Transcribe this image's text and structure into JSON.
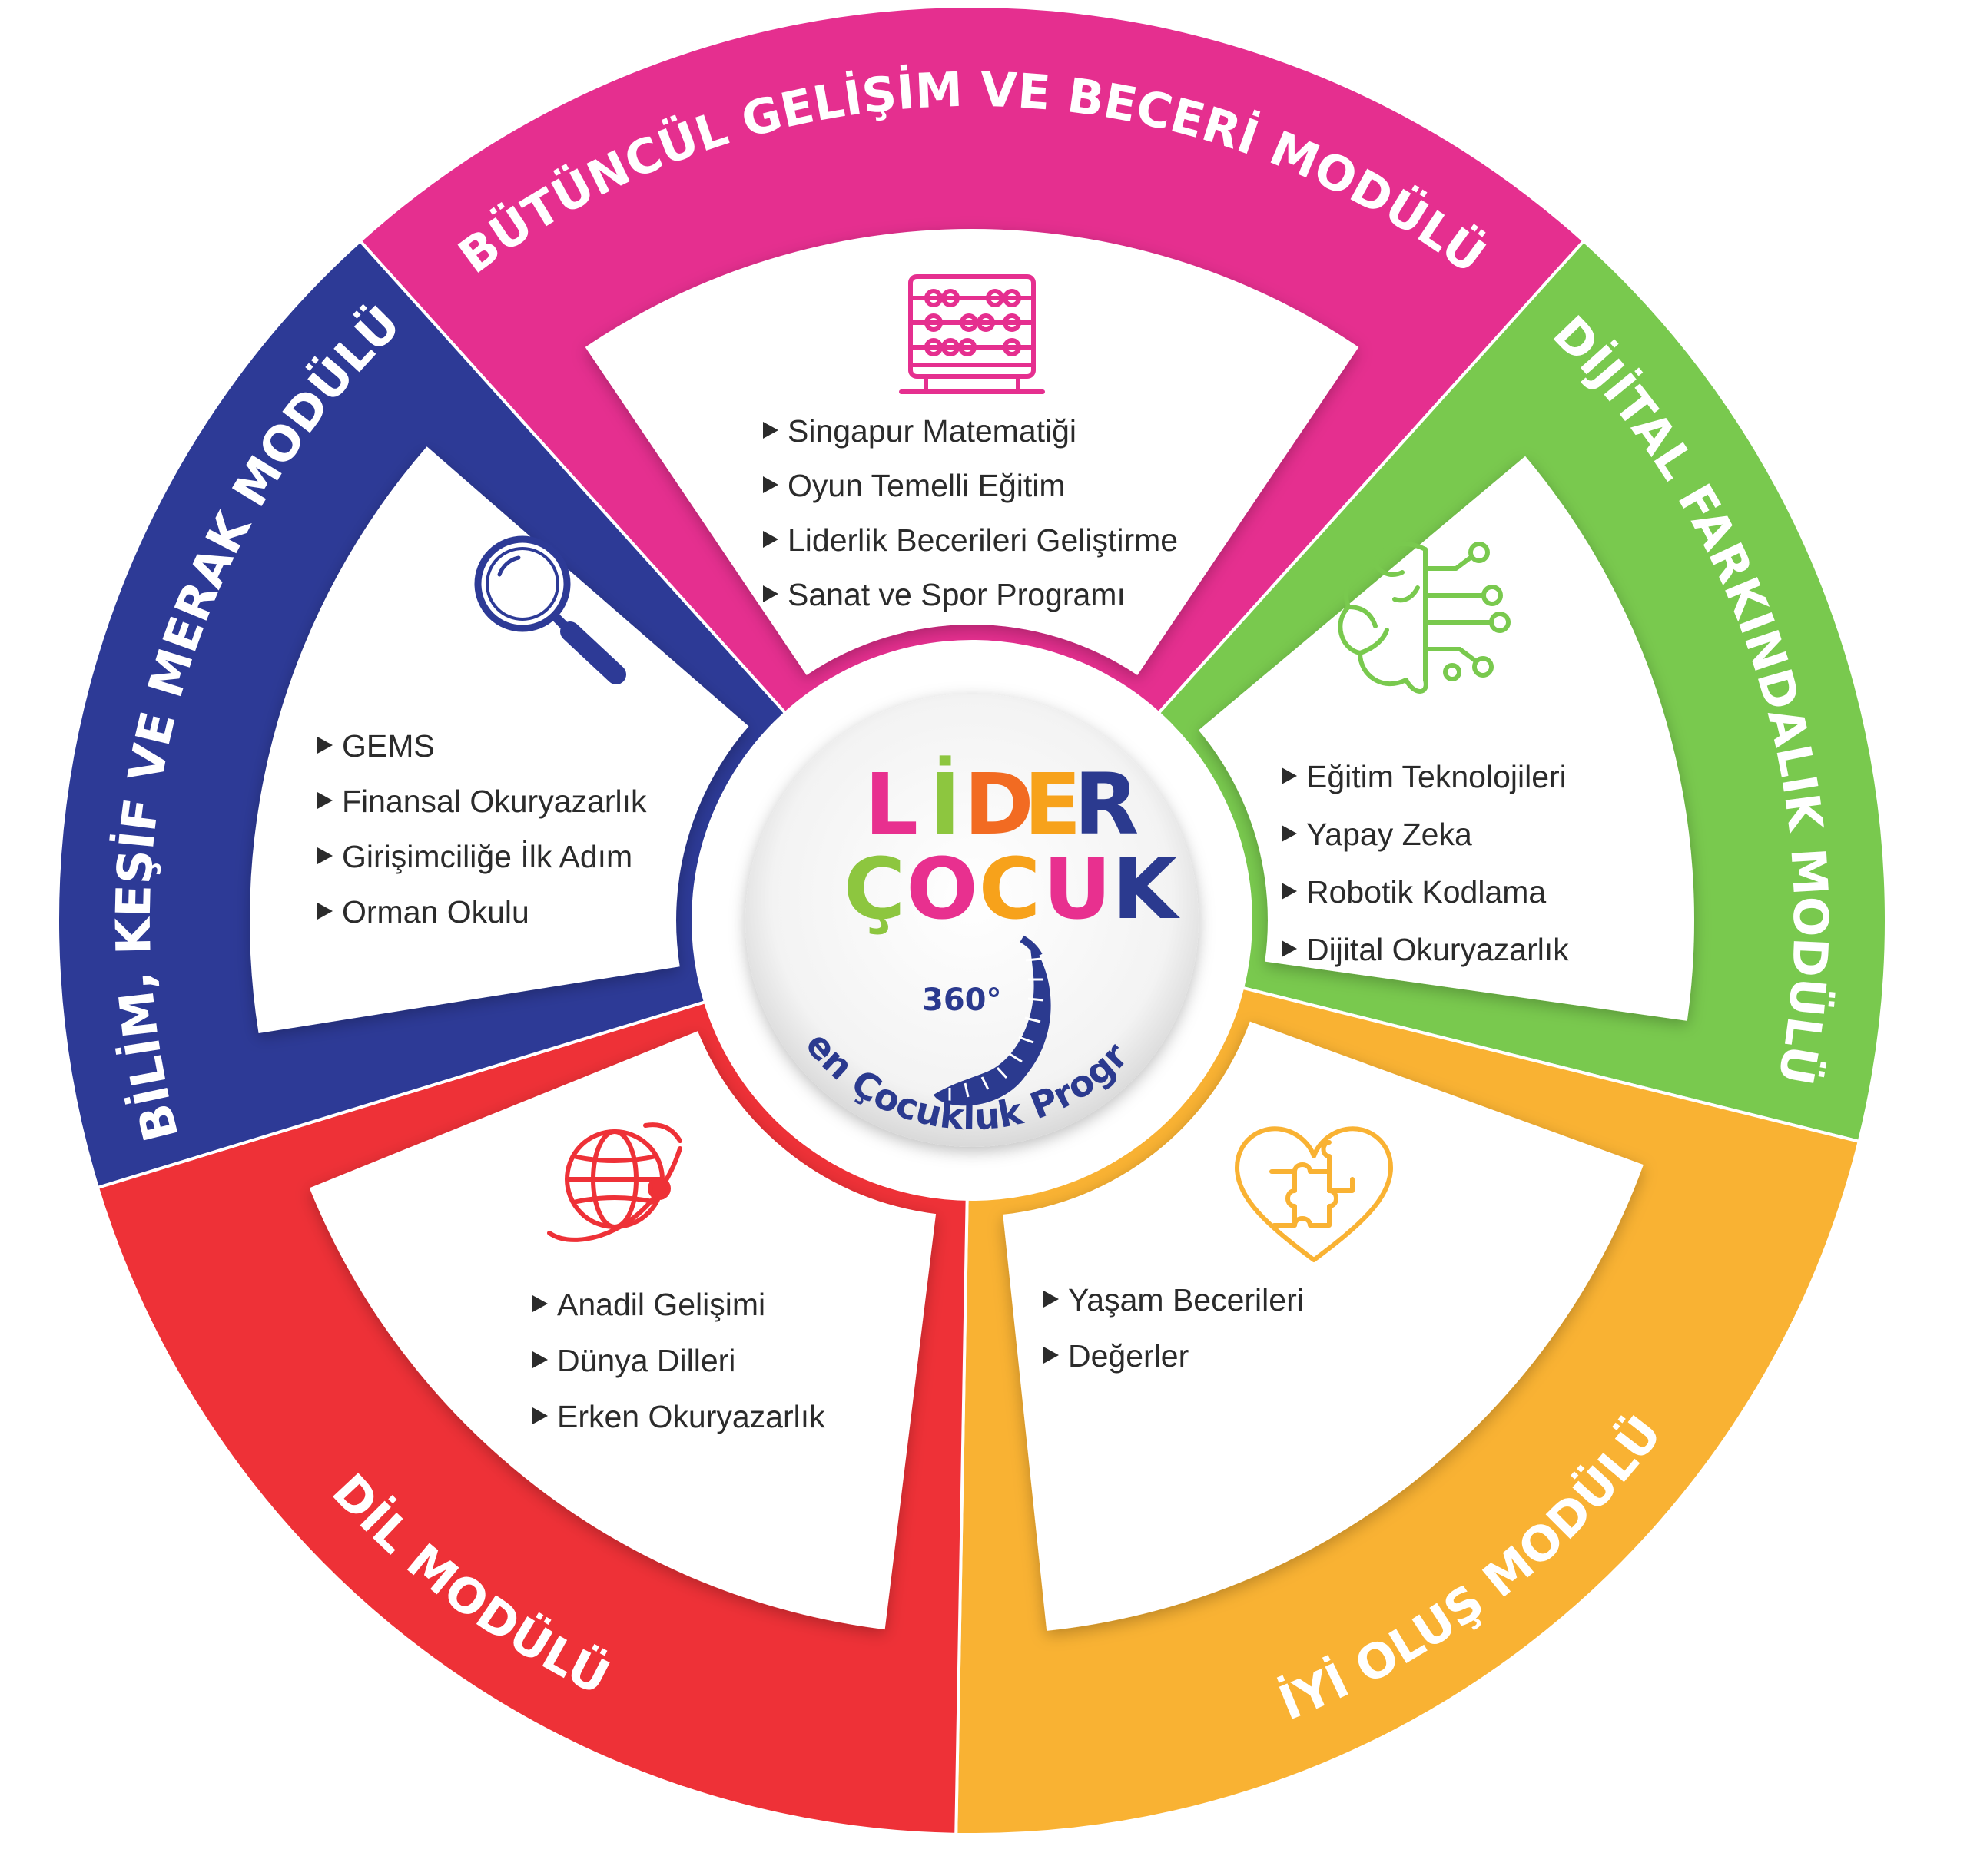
{
  "center": {
    "logo_line1": [
      "L",
      "İ",
      "D",
      "E",
      "R"
    ],
    "logo_line2": [
      "Ç",
      "O",
      "C",
      "U",
      "K"
    ],
    "logo_colors_line1": [
      "#e8308f",
      "#8dc63f",
      "#f26b22",
      "#f7a21b",
      "#2b3a8f"
    ],
    "logo_colors_line2": [
      "#8dc63f",
      "#e8308f",
      "#f7a21b",
      "#e8308f",
      "#2b3a8f"
    ],
    "badge": "360°",
    "subtitle": "Erken Çocukluk Programı"
  },
  "modules": [
    {
      "key": "butuncul",
      "title": "BÜTÜNCÜL GELİŞİM VE BECERİ MODÜLÜ",
      "color": "#e52f8f",
      "icon": "abacus-icon",
      "items": [
        "Singapur Matematiği",
        "Oyun Temelli Eğitim",
        "Liderlik Becerileri Geliştirme",
        "Sanat ve Spor Programı"
      ]
    },
    {
      "key": "dijital",
      "title": "DİJİTAL FARKINDALIK MODÜLÜ",
      "color": "#79c94e",
      "icon": "brain-circuit-icon",
      "items": [
        "Eğitim Teknolojileri",
        "Yapay Zeka",
        "Robotik Kodlama",
        "Dijital Okuryazarlık"
      ]
    },
    {
      "key": "iyi-olus",
      "title": "İYİ OLUŞ  MODÜLÜ",
      "color": "#f9b233",
      "icon": "heart-puzzle-icon",
      "items": [
        "Yaşam Becerileri",
        "Değerler"
      ]
    },
    {
      "key": "dil",
      "title": "DİL MODÜLÜ",
      "color": "#ee3137",
      "icon": "globe-icon",
      "items": [
        "Anadil Gelişimi",
        "Dünya Dilleri",
        "Erken Okuryazarlık"
      ]
    },
    {
      "key": "bilim",
      "title": "BİLİM, KEŞİF VE MERAK MODÜLÜ",
      "color": "#2d3a96",
      "icon": "magnifier-icon",
      "items": [
        "GEMS",
        "Finansal Okuryazarlık",
        "Girişimciliğe İlk Adım",
        "Orman Okulu"
      ]
    }
  ]
}
